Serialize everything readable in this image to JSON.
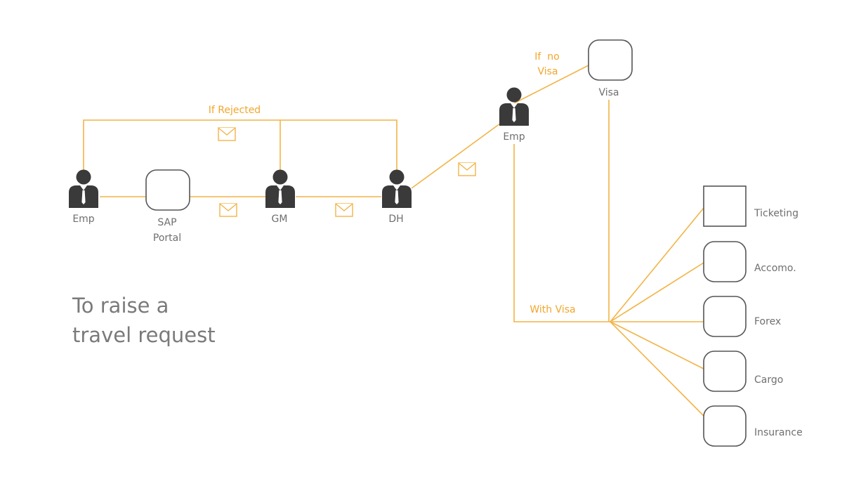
{
  "diagram": {
    "title": {
      "line1": "To raise a",
      "line2": "travel request"
    },
    "actors": {
      "emp_start": "Emp",
      "gm": "GM",
      "dh": "DH",
      "emp_mid": "Emp"
    },
    "systems": {
      "sap_line1": "SAP",
      "sap_line2": "Portal",
      "visa": "Visa"
    },
    "conditions": {
      "if_rejected": "If Rejected",
      "if_no_line1": "If  no",
      "if_no_line2": "Visa",
      "with_visa": "With Visa"
    },
    "services": [
      "Ticketing",
      "Accomo.",
      "Forex",
      "Cargo",
      "Insurance"
    ],
    "colors": {
      "connector": "#f2b447",
      "label_accent": "#f2a62c",
      "person": "#3a3a3a",
      "box_border": "#555555",
      "text": "#6f6f6f"
    },
    "icons": {
      "person": "person-icon",
      "message": "envelope-icon"
    }
  }
}
